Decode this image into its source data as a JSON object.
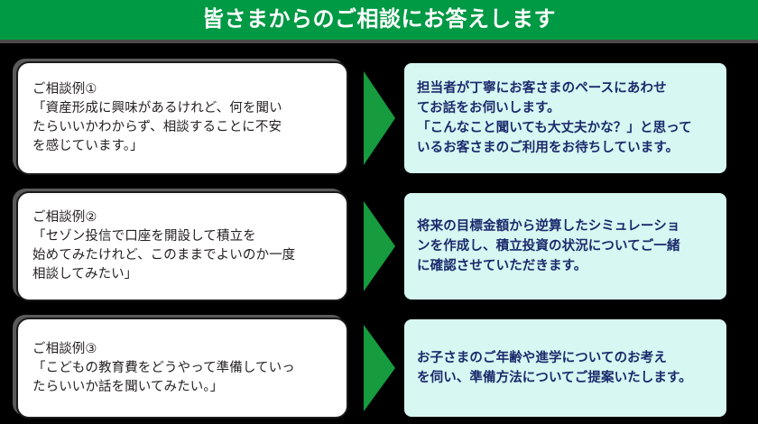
{
  "header": {
    "title": "皆さまからのご相談にお答えします",
    "background_color": "#009944",
    "text_color": "#ffffff"
  },
  "colors": {
    "page_background": "#000000",
    "banner_green": "#009944",
    "arrow_green": "#169b3e",
    "answer_panel_background": "#d6f7f2",
    "answer_text": "#1b2a6b",
    "question_card_background": "#ffffff",
    "question_card_border": "#1a1a1a",
    "question_text": "#231f20"
  },
  "rows": [
    {
      "question": "ご相談例①\n「資産形成に興味があるけれど、何を聞い\nたらいいかわからず、相談することに不安\nを感じています。」",
      "arrow_icon": "arrow-right-icon",
      "answer": "担当者が丁寧にお客さまのペースにあわせ\nてお話をお伺いします。\n「こんなこと聞いても大丈夫かな？」と思って\nいるお客さまのご利用をお待ちしています。"
    },
    {
      "question": "ご相談例②\n「セゾン投信で口座を開設して積立を\n始めてみたけれど、このままでよいのか一度\n相談してみたい」",
      "arrow_icon": "arrow-right-icon",
      "answer": "将来の目標金額から逆算したシミュレーショ\nンを作成し、積立投資の状況についてご一緒\nに確認させていただきます。"
    },
    {
      "question": "ご相談例③\n「こどもの教育費をどうやって準備していっ\nたらいいか話を聞いてみたい。」",
      "arrow_icon": "arrow-right-icon",
      "answer": "お子さまのご年齢や進学についてのお考え\nを伺い、準備方法についてご提案いたします。"
    }
  ]
}
